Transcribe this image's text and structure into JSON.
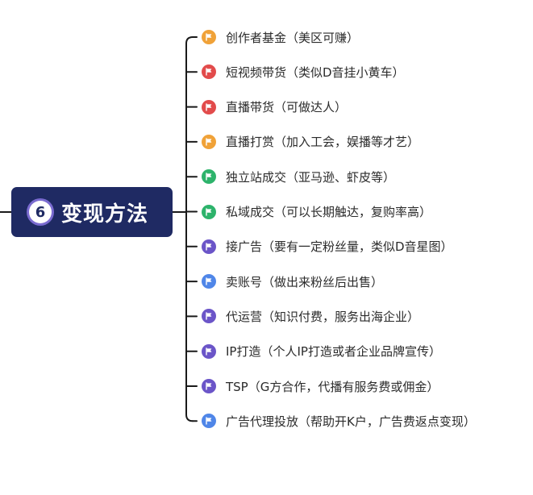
{
  "root": {
    "number": "6",
    "label": "变现方法"
  },
  "colors": {
    "root_bg": "#1f2a63",
    "connector": "#1a1a1a",
    "orange": "#f0a238",
    "red": "#e24b4b",
    "green": "#2db36b",
    "purple": "#6b55c8",
    "blue": "#4f86e8"
  },
  "branches": [
    {
      "label": "创作者基金（美区可赚）",
      "flag_color": "orange"
    },
    {
      "label": "短视频带货（类似D音挂小黄车）",
      "flag_color": "red"
    },
    {
      "label": "直播带货（可做达人）",
      "flag_color": "red"
    },
    {
      "label": "直播打赏（加入工会，娱播等才艺）",
      "flag_color": "orange"
    },
    {
      "label": "独立站成交（亚马逊、虾皮等）",
      "flag_color": "green"
    },
    {
      "label": "私域成交（可以长期触达，复购率高）",
      "flag_color": "green"
    },
    {
      "label": "接广告（要有一定粉丝量，类似D音星图）",
      "flag_color": "purple"
    },
    {
      "label": "卖账号（做出来粉丝后出售）",
      "flag_color": "blue"
    },
    {
      "label": "代运营（知识付费，服务出海企业）",
      "flag_color": "purple"
    },
    {
      "label": "IP打造（个人IP打造或者企业品牌宣传）",
      "flag_color": "purple"
    },
    {
      "label": "TSP（G方合作，代播有服务费或佣金）",
      "flag_color": "purple"
    },
    {
      "label": "广告代理投放（帮助开K户，广告费返点变现）",
      "flag_color": "blue"
    }
  ]
}
